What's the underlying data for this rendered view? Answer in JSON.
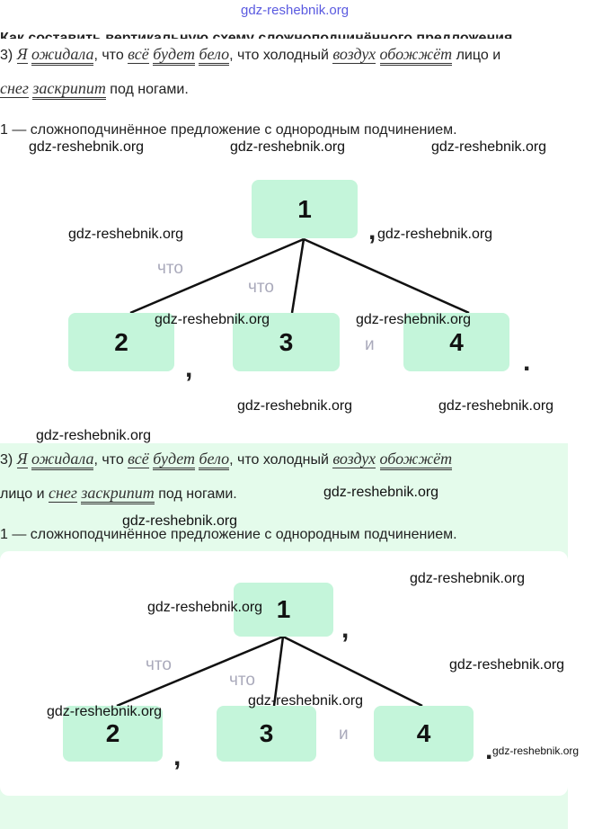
{
  "watermark_top": "gdz-reshebnik.org",
  "heading": "Как составить вертикальную схему сложноподчинённого предложения",
  "sentence": {
    "num": "3)",
    "w1": "Я",
    "w2": "ожидала",
    "t1": ", что ",
    "w3": "всё",
    "w4": "будет",
    "w5": "бело",
    "t2": ", что холодный ",
    "w6": "воздух",
    "w7": "обожжёт",
    "t3": " лицо и",
    "w8": "снег",
    "w9": "заскрипит",
    "t4": " под ногами."
  },
  "description": "1 — сложноподчинённое предложение с однородным подчинением.",
  "diagram": {
    "b1": "1",
    "b2": "2",
    "b3": "3",
    "b4": "4",
    "conj1": "что",
    "conj2": "что",
    "and": "и",
    "comma": ",",
    "period": "."
  },
  "watermarks": [
    "gdz-reshebnik.org",
    "gdz-reshebnik.org",
    "gdz-reshebnik.org",
    "gdz-reshebnik.org",
    "gdz-reshebnik.org",
    "gdz-reshebnik.org",
    "gdz-reshebnik.org",
    "gdz-reshebnik.org",
    "gdz-reshebnik.org",
    "gdz-reshebnik.org",
    "gdz-reshebnik.org",
    "gdz-reshebnik.org",
    "gdz-reshebnik.org",
    "gdz-reshebnik.org",
    "gdz-reshebnik.org",
    "gdz-reshebnik.org",
    "gdz-reshebnik.org",
    "gdz-reshebnik.org"
  ],
  "colors": {
    "box": "#c4f5da",
    "panel": "#e4fbeb"
  }
}
